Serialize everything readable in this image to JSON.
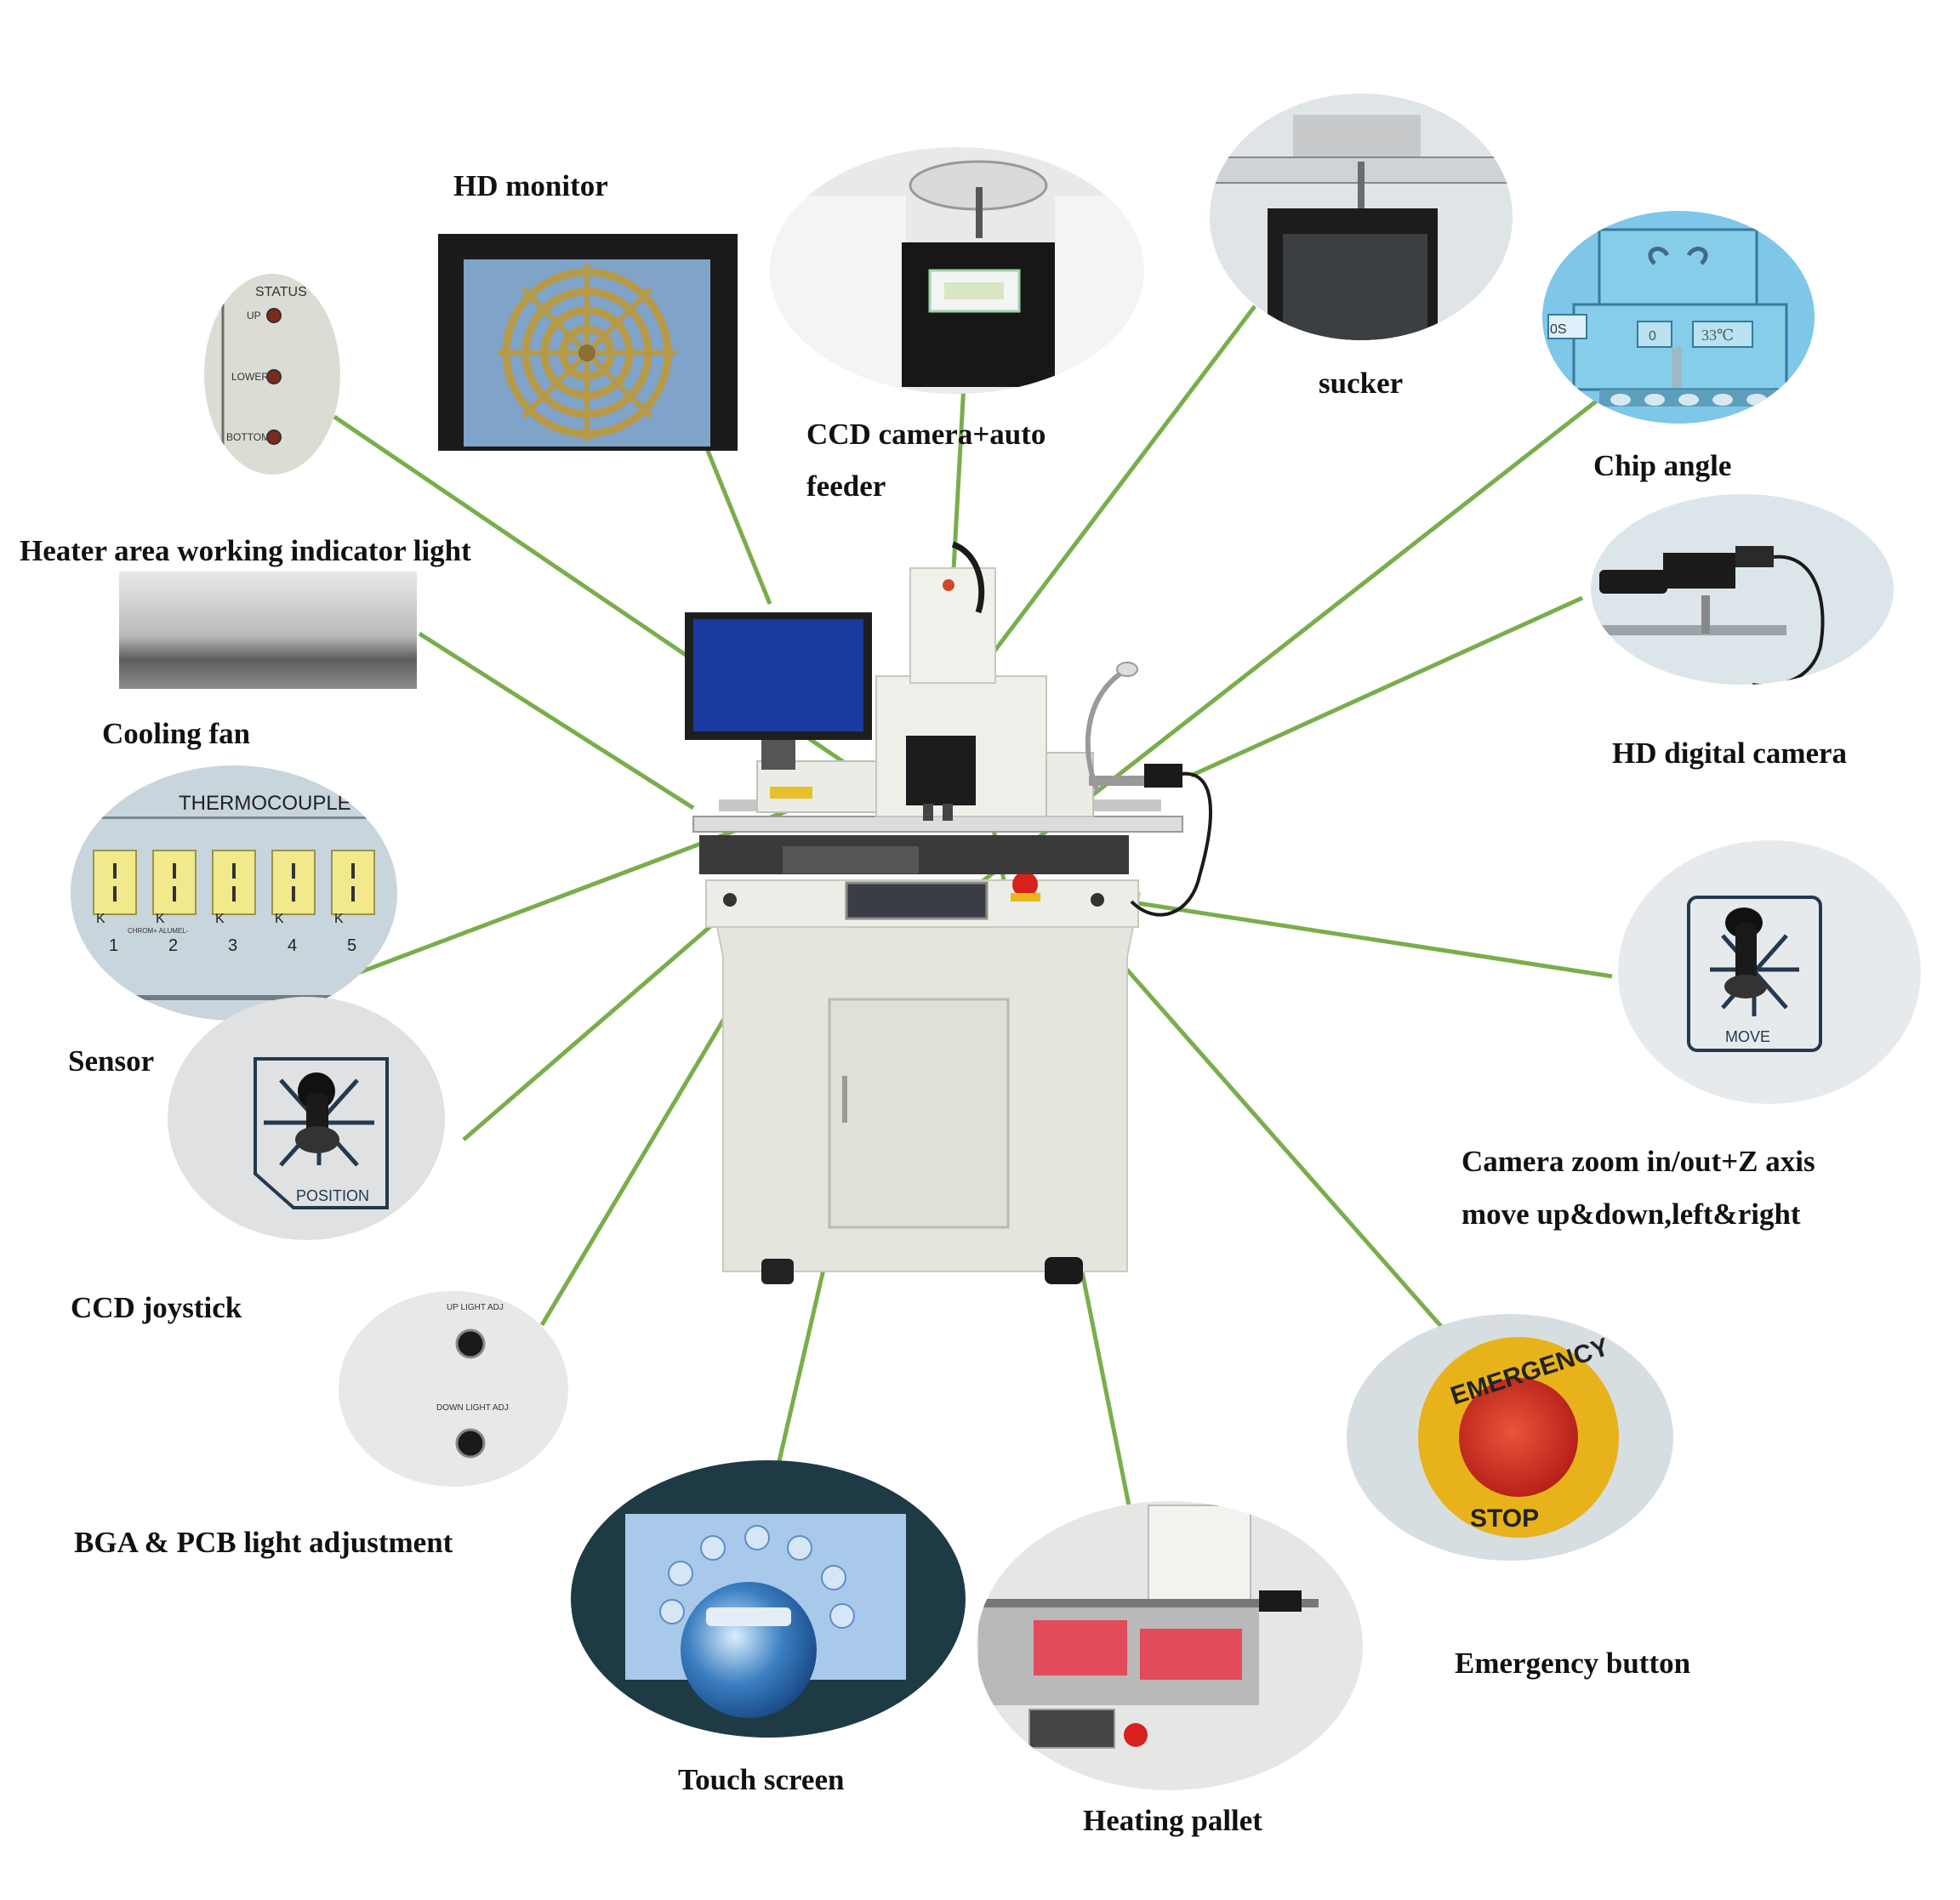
{
  "colors": {
    "leader": "#78ae4b",
    "machine": "#e4e5dc",
    "screen_blue": "#1a3aa0"
  },
  "labels": {
    "hd_monitor": "HD monitor",
    "ccd_camera_line1": "CCD camera+auto",
    "ccd_camera_line2": "feeder",
    "sucker": "sucker",
    "chip_angle": "Chip angle",
    "heater_indicator": "Heater area working indicator light",
    "cooling_fan": "Cooling fan",
    "hd_digital_camera": "HD digital camera",
    "sensor": "Sensor",
    "camera_zoom_line1": "Camera zoom in/out+Z axis",
    "camera_zoom_line2": "move up&down,left&right",
    "ccd_joystick": "CCD joystick",
    "light_adjustment": "BGA & PCB light adjustment",
    "emergency_button": "Emergency button",
    "touch_screen": "Touch screen",
    "heating_pallet": "Heating pallet"
  },
  "insets": {
    "status_panel": {
      "title": "STATUS",
      "items": [
        "UP",
        "LOWER",
        "BOTTOM"
      ]
    },
    "thermocouple": {
      "title": "THERMOCOUPLE",
      "ports": [
        "1",
        "2",
        "3",
        "4",
        "5"
      ],
      "port_letter": "K",
      "port_text": "CHROM+ ALUMEL-"
    },
    "chip_angle_screen": {
      "values": [
        "0",
        "33℃"
      ],
      "edge_text": "0S"
    },
    "move_joystick": {
      "label": "MOVE"
    },
    "position_joystick": {
      "label": "POSITION"
    },
    "light_knobs": {
      "up": "UP LIGHT ADJ",
      "down": "DOWN LIGHT ADJ"
    },
    "emergency_stop": {
      "top": "EMERGENCY",
      "bottom": "STOP"
    }
  }
}
